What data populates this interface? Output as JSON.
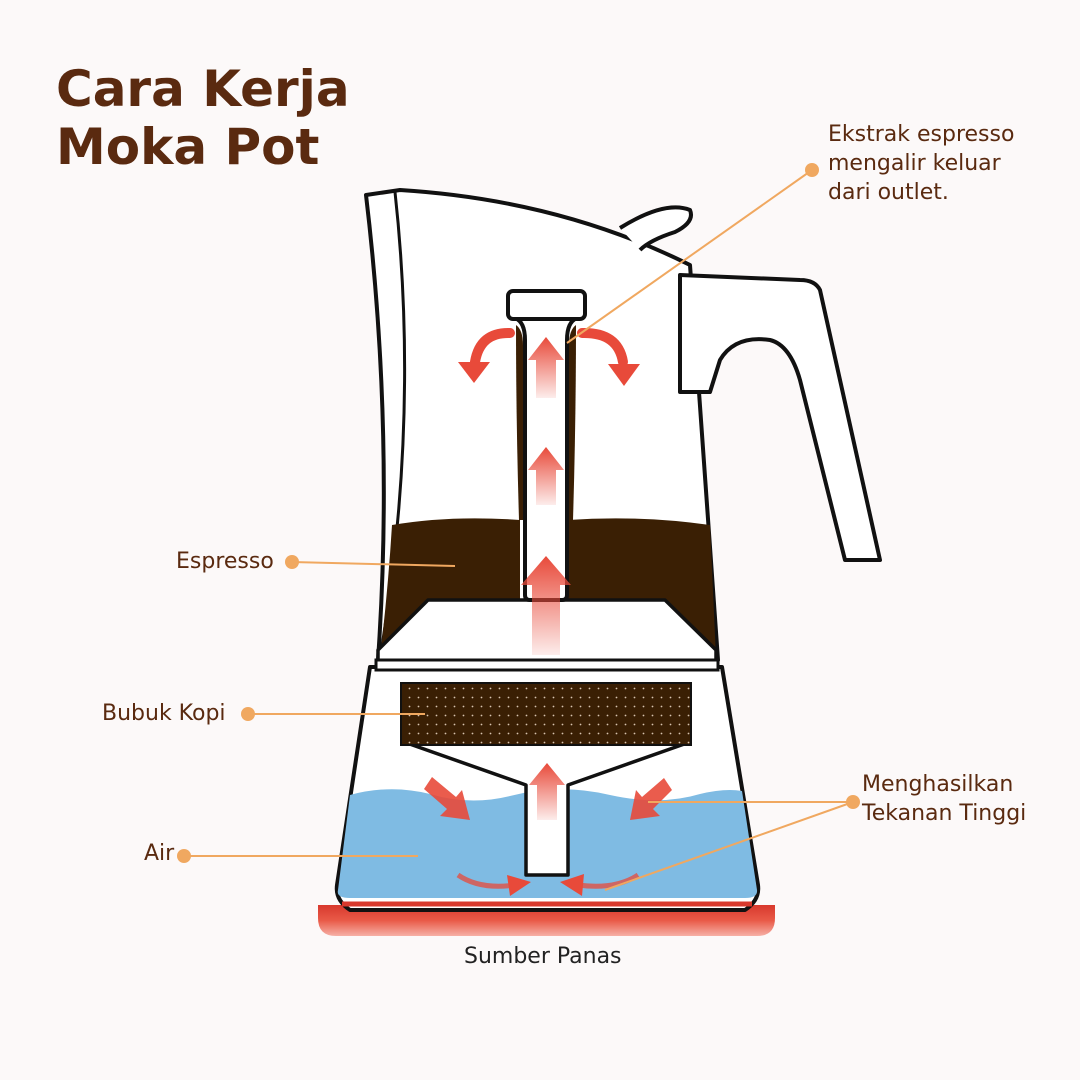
{
  "title_line1": "Cara Kerja",
  "title_line2": "Moka Pot",
  "labels": {
    "outlet_line1": "Ekstrak espresso",
    "outlet_line2": "mengalir keluar",
    "outlet_line3": "dari outlet.",
    "espresso": "Espresso",
    "coffee": "Bubuk Kopi",
    "water": "Air",
    "pressure_line1": "Menghasilkan",
    "pressure_line2": "Tekanan Tinggi",
    "heat": "Sumber Panas"
  },
  "colors": {
    "background": "#fcf9f9",
    "title": "#5a2a10",
    "espresso": "#3a1f04",
    "water": "#7fbbe3",
    "arrow": "#e84a3a",
    "leader": "#f0a860",
    "heat": "#e9453a"
  }
}
